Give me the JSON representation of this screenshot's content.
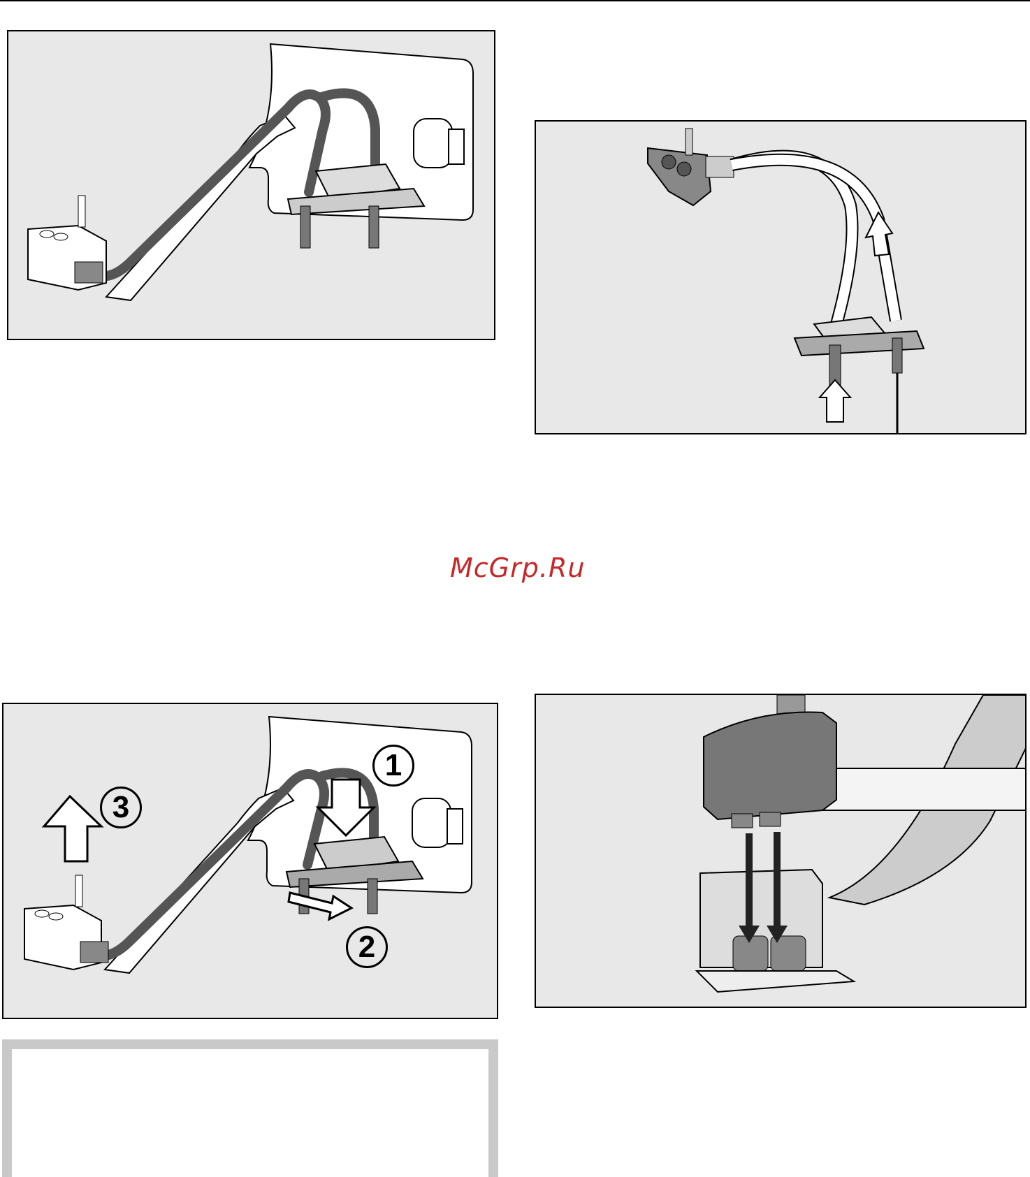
{
  "watermark": {
    "text": "McGrp.Ru",
    "color": "#c62828"
  },
  "figures": [
    {
      "id": "fig1",
      "icons": [
        "plug-icon",
        "hose-icon",
        "mounting-plate-icon",
        "clip-icon"
      ]
    },
    {
      "id": "fig2",
      "icons": [
        "plug-icon",
        "hose-icon",
        "insert-arrow-icon",
        "pull-arrow-icon"
      ]
    },
    {
      "id": "fig3",
      "steps": [
        "1",
        "2",
        "3"
      ],
      "icons": [
        "press-arrow-icon",
        "slide-arrow-icon",
        "lift-arrow-icon"
      ]
    },
    {
      "id": "fig4",
      "icons": [
        "connector-housing-icon",
        "down-arrow-icon",
        "socket-icon"
      ]
    }
  ],
  "colors": {
    "frame_background": "#e8e8e8",
    "note_border": "#c9c9c9",
    "outline": "#000000"
  }
}
